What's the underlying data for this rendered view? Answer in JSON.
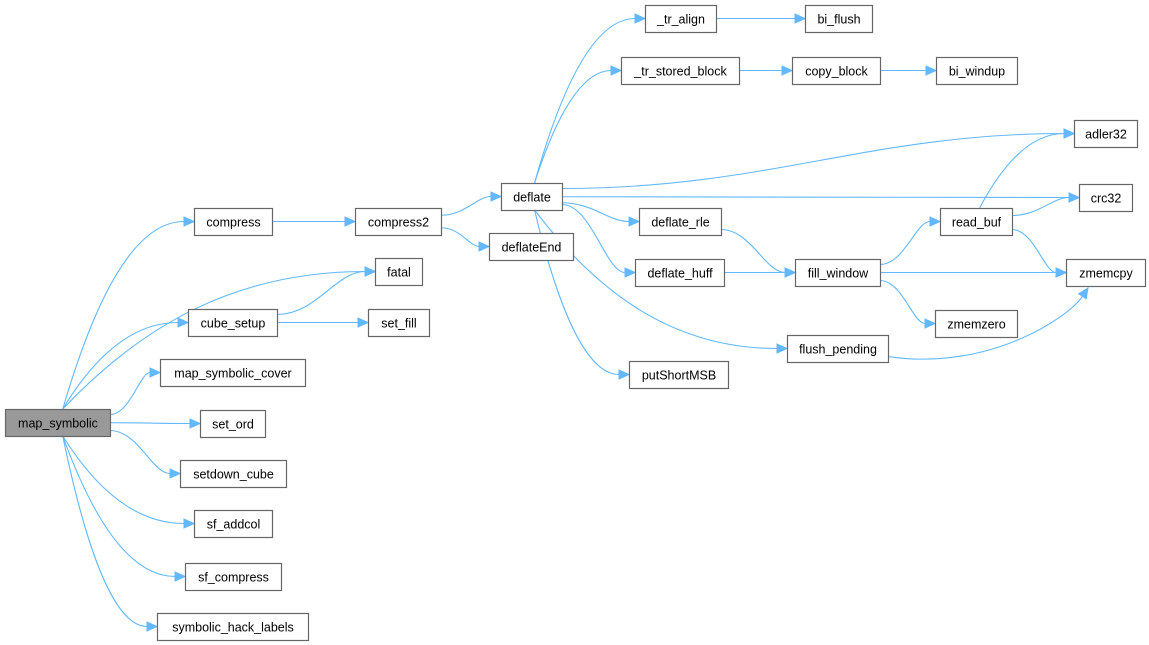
{
  "graph": {
    "type": "call-graph",
    "root": "map_symbolic",
    "colors": {
      "edge": "#63b8ff",
      "node_border": "#666666",
      "root_fill": "#999999",
      "node_fill": "#ffffff"
    },
    "nodes": [
      {
        "id": "map_symbolic",
        "label": "map_symbolic"
      },
      {
        "id": "compress",
        "label": "compress"
      },
      {
        "id": "compress2",
        "label": "compress2"
      },
      {
        "id": "fatal",
        "label": "fatal"
      },
      {
        "id": "cube_setup",
        "label": "cube_setup"
      },
      {
        "id": "set_fill",
        "label": "set_fill"
      },
      {
        "id": "map_symbolic_cover",
        "label": "map_symbolic_cover"
      },
      {
        "id": "set_ord",
        "label": "set_ord"
      },
      {
        "id": "setdown_cube",
        "label": "setdown_cube"
      },
      {
        "id": "sf_addcol",
        "label": "sf_addcol"
      },
      {
        "id": "sf_compress",
        "label": "sf_compress"
      },
      {
        "id": "symbolic_hack_labels",
        "label": "symbolic_hack_labels"
      },
      {
        "id": "deflate",
        "label": "deflate"
      },
      {
        "id": "deflateEnd",
        "label": "deflateEnd"
      },
      {
        "id": "_tr_align",
        "label": "_tr_align"
      },
      {
        "id": "bi_flush",
        "label": "bi_flush"
      },
      {
        "id": "_tr_stored_block",
        "label": "_tr_stored_block"
      },
      {
        "id": "copy_block",
        "label": "copy_block"
      },
      {
        "id": "bi_windup",
        "label": "bi_windup"
      },
      {
        "id": "adler32",
        "label": "adler32"
      },
      {
        "id": "crc32",
        "label": "crc32"
      },
      {
        "id": "deflate_rle",
        "label": "deflate_rle"
      },
      {
        "id": "read_buf",
        "label": "read_buf"
      },
      {
        "id": "deflate_huff",
        "label": "deflate_huff"
      },
      {
        "id": "fill_window",
        "label": "fill_window"
      },
      {
        "id": "zmemcpy",
        "label": "zmemcpy"
      },
      {
        "id": "zmemzero",
        "label": "zmemzero"
      },
      {
        "id": "flush_pending",
        "label": "flush_pending"
      },
      {
        "id": "putShortMSB",
        "label": "putShortMSB"
      }
    ],
    "edges": [
      [
        "map_symbolic",
        "compress"
      ],
      [
        "map_symbolic",
        "fatal"
      ],
      [
        "map_symbolic",
        "cube_setup"
      ],
      [
        "map_symbolic",
        "map_symbolic_cover"
      ],
      [
        "map_symbolic",
        "set_ord"
      ],
      [
        "map_symbolic",
        "setdown_cube"
      ],
      [
        "map_symbolic",
        "sf_addcol"
      ],
      [
        "map_symbolic",
        "sf_compress"
      ],
      [
        "map_symbolic",
        "symbolic_hack_labels"
      ],
      [
        "compress",
        "compress2"
      ],
      [
        "compress2",
        "deflate"
      ],
      [
        "compress2",
        "deflateEnd"
      ],
      [
        "cube_setup",
        "fatal"
      ],
      [
        "cube_setup",
        "set_fill"
      ],
      [
        "deflate",
        "_tr_align"
      ],
      [
        "deflate",
        "_tr_stored_block"
      ],
      [
        "deflate",
        "adler32"
      ],
      [
        "deflate",
        "crc32"
      ],
      [
        "deflate",
        "deflate_rle"
      ],
      [
        "deflate",
        "deflate_huff"
      ],
      [
        "deflate",
        "flush_pending"
      ],
      [
        "deflate",
        "putShortMSB"
      ],
      [
        "_tr_align",
        "bi_flush"
      ],
      [
        "_tr_stored_block",
        "copy_block"
      ],
      [
        "copy_block",
        "bi_windup"
      ],
      [
        "deflate_rle",
        "fill_window"
      ],
      [
        "deflate_huff",
        "fill_window"
      ],
      [
        "fill_window",
        "read_buf"
      ],
      [
        "fill_window",
        "zmemcpy"
      ],
      [
        "fill_window",
        "zmemzero"
      ],
      [
        "read_buf",
        "adler32"
      ],
      [
        "read_buf",
        "crc32"
      ],
      [
        "read_buf",
        "zmemcpy"
      ],
      [
        "flush_pending",
        "zmemcpy"
      ]
    ]
  }
}
